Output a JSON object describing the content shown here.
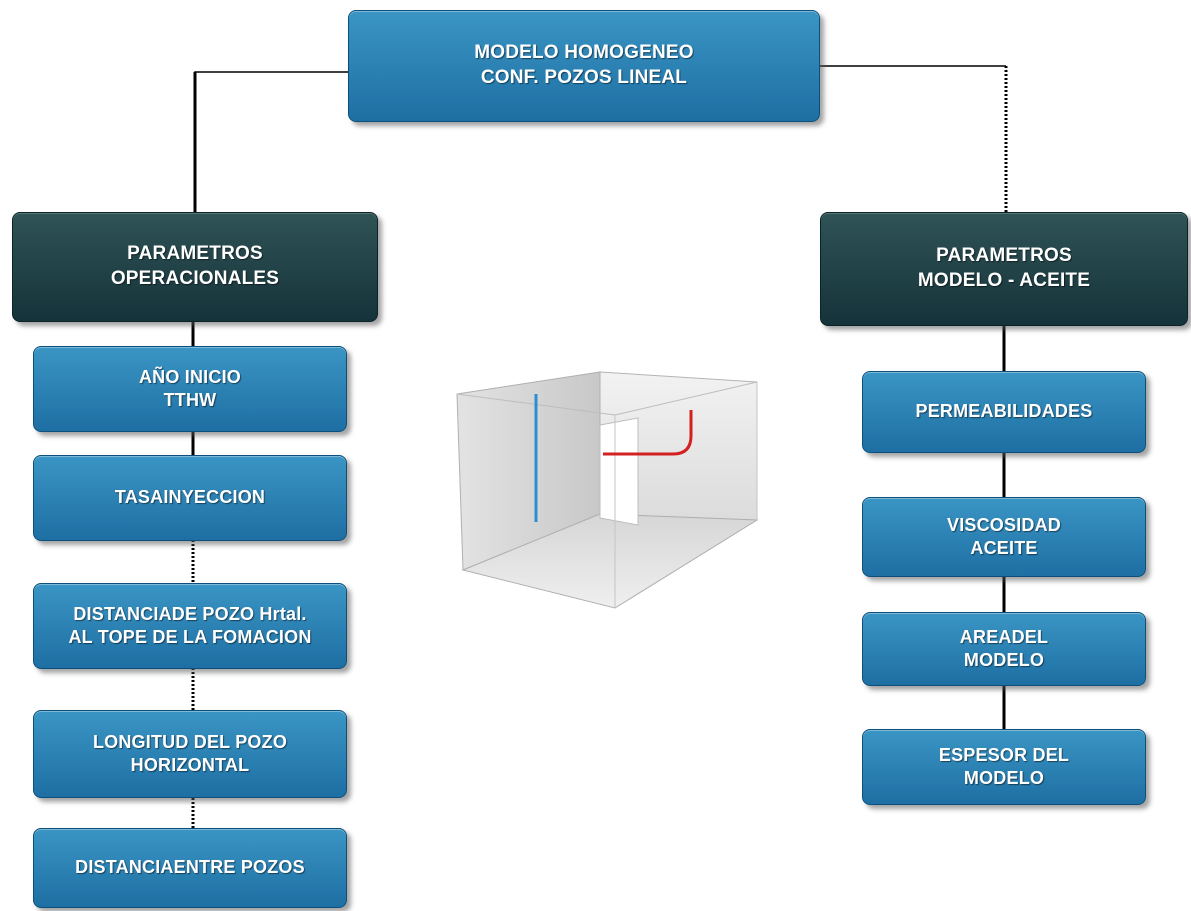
{
  "top_node": {
    "label": "MODELO HOMOGENEO\nCONF. POZOS LINEAL"
  },
  "left_branch": {
    "header": "PARAMETROS\nOPERACIONALES",
    "items": [
      "AÑO INICIO\nTTHW",
      "TASAINYECCION",
      "DISTANCIADE POZO Hrtal.\nAL TOPE DE LA FOMACION",
      "LONGITUD DEL POZO\nHORIZONTAL",
      "DISTANCIAENTRE POZOS"
    ]
  },
  "right_branch": {
    "header": "PARAMETROS\nMODELO - ACEITE",
    "items": [
      "PERMEABILIDADES",
      "VISCOSIDAD\nACEITE",
      "AREADEL\nMODELO",
      "ESPESOR DEL\nMODELO"
    ]
  },
  "illustration": {
    "name": "3d-reservoir-cube",
    "vertical_well_color": "#2a8fd1",
    "horizontal_well_color": "#d32020"
  },
  "colors": {
    "blue_box": "#2a86bd",
    "dark_box": "#1f4248",
    "connector": "#000000"
  }
}
